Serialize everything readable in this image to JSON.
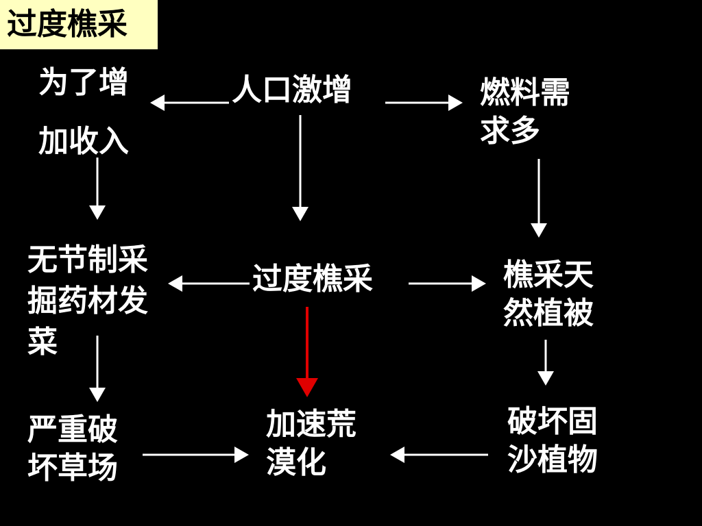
{
  "title": "过度樵采",
  "colors": {
    "background": "#000000",
    "title_bg": "#ffffc0",
    "text": "#ffffff",
    "arrow": "#ffffff",
    "highlight_arrow": "#e00000"
  },
  "nodes": {
    "increase_income": [
      "为了增",
      "加收入"
    ],
    "population_surge": [
      "人口激增"
    ],
    "fuel_demand": [
      "燃料需",
      "求多"
    ],
    "unregulated_harvest": [
      "无节制采",
      "掘药材发",
      "菜"
    ],
    "over_gathering": [
      "过度樵采"
    ],
    "gather_vegetation": [
      "樵采天",
      "然植被"
    ],
    "damage_grassland": [
      "严重破",
      "坏草场"
    ],
    "desertification": [
      "加速荒",
      "漠化"
    ],
    "damage_sand_plants": [
      "破坏固",
      "沙植物"
    ]
  },
  "edges": [
    {
      "from": "population_surge",
      "to": "increase_income"
    },
    {
      "from": "population_surge",
      "to": "fuel_demand"
    },
    {
      "from": "population_surge",
      "to": "over_gathering"
    },
    {
      "from": "increase_income",
      "to": "unregulated_harvest"
    },
    {
      "from": "fuel_demand",
      "to": "gather_vegetation"
    },
    {
      "from": "over_gathering",
      "to": "unregulated_harvest"
    },
    {
      "from": "over_gathering",
      "to": "gather_vegetation"
    },
    {
      "from": "over_gathering",
      "to": "desertification",
      "highlight": true
    },
    {
      "from": "unregulated_harvest",
      "to": "damage_grassland"
    },
    {
      "from": "gather_vegetation",
      "to": "damage_sand_plants"
    },
    {
      "from": "damage_grassland",
      "to": "desertification"
    },
    {
      "from": "damage_sand_plants",
      "to": "desertification"
    }
  ]
}
